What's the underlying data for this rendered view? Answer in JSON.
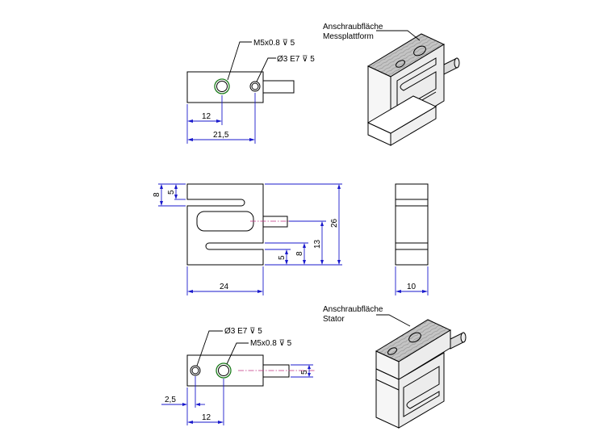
{
  "top_view": {
    "callout_thread": "M5x0.8 ⊽ 5",
    "callout_pin": "Ø3 E7 ⊽ 5",
    "dim_12": "12",
    "dim_21_5": "21,5"
  },
  "front_view": {
    "dim_8_left": "8",
    "dim_5_left": "5",
    "dim_26": "26",
    "dim_13": "13",
    "dim_8_right": "8",
    "dim_5_right": "5",
    "dim_24": "24"
  },
  "side_view": {
    "dim_10": "10"
  },
  "bottom_view": {
    "callout_pin": "Ø3 E7 ⊽ 5",
    "callout_thread": "M5x0.8 ⊽ 5",
    "dim_5": "5",
    "dim_2_5": "2,5",
    "dim_12": "12"
  },
  "iso_top": {
    "label_line1": "Anschraubfläche",
    "label_line2": "Messplattform"
  },
  "iso_bottom": {
    "label_line1": "Anschraubfläche",
    "label_line2": "Stator"
  },
  "colors": {
    "dimension": "#1a1acc",
    "centerline": "#c03080",
    "thread_hole": "#1a7a1a"
  }
}
